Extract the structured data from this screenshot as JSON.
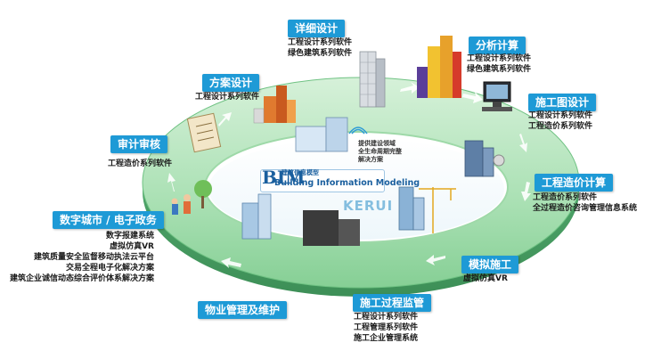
{
  "colors": {
    "badge": "#1e9ad6",
    "ring": "#7fcf8f",
    "ring_edge": "#3f9e63"
  },
  "center": {
    "logo_letters": "BIM",
    "cn_title": "建筑信息模型",
    "en_title": "Building Information Modeling",
    "note_lines": [
      "提供建设领域",
      "全生命周期完整",
      "解决方案"
    ]
  },
  "watermark": "KERUI",
  "stages": [
    {
      "id": "detail",
      "title": "详细设计",
      "lines": [
        "工程设计系列软件",
        "绿色建筑系列软件"
      ]
    },
    {
      "id": "analysis",
      "title": "分析计算",
      "lines": [
        "工程设计系列软件",
        "绿色建筑系列软件"
      ]
    },
    {
      "id": "construction-drawing",
      "title": "施工图设计",
      "lines": [
        "工程设计系列软件",
        "工程造价系列软件"
      ]
    },
    {
      "id": "cost",
      "title": "工程造价计算",
      "lines": [
        "工程造价系列软件",
        "全过程造价咨询管理信息系统"
      ]
    },
    {
      "id": "simulation",
      "title": "模拟施工",
      "lines": [
        "虚拟仿真VR"
      ]
    },
    {
      "id": "supervision",
      "title": "施工过程监管",
      "lines": [
        "工程设计系列软件",
        "工程管理系列软件",
        "施工企业管理系统"
      ]
    },
    {
      "id": "property",
      "title": "物业管理及维护",
      "lines": []
    },
    {
      "id": "digital-city",
      "title": "数字城市 / 电子政务",
      "lines": [
        "数字报建系统",
        "虚拟仿真VR",
        "建筑质量安全监督移动执法云平台",
        "交易全程电子化解决方案",
        "建筑企业诚信动态综合评价体系解决方案"
      ]
    },
    {
      "id": "audit",
      "title": "审计审核",
      "lines": [
        "工程造价系列软件"
      ]
    },
    {
      "id": "scheme",
      "title": "方案设计",
      "lines": [
        "工程设计系列软件"
      ]
    }
  ]
}
